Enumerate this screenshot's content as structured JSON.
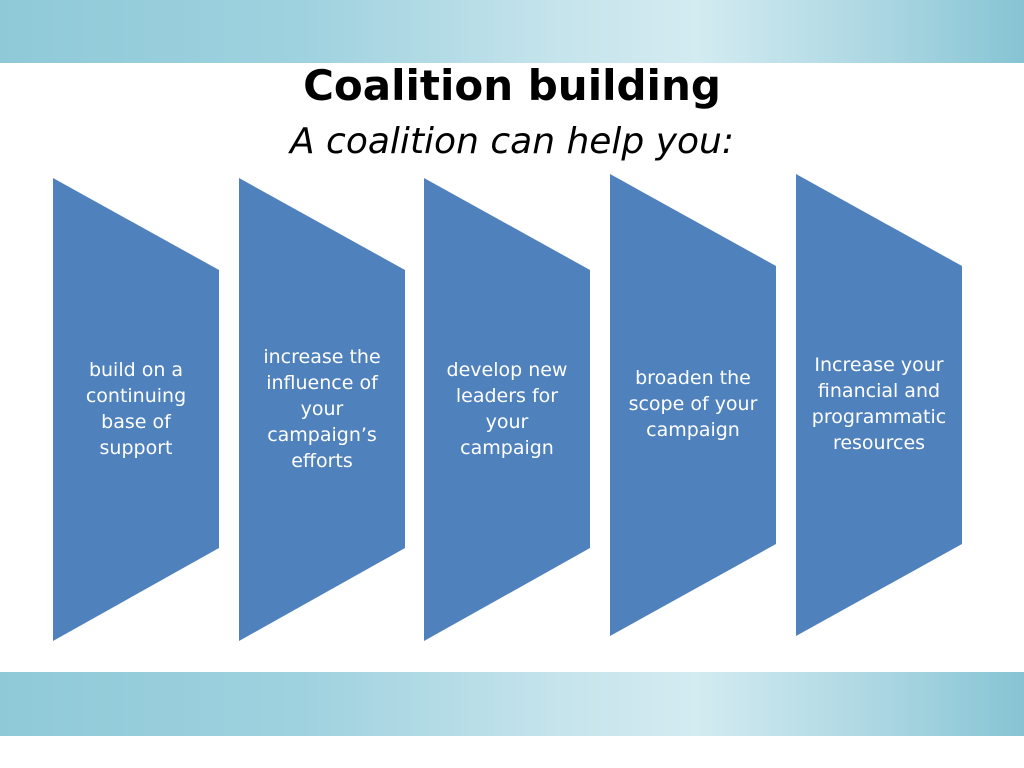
{
  "slide": {
    "title": "Coalition building",
    "subtitle": "A coalition can help you:"
  },
  "steps": [
    {
      "label": "build on a continuing base of support"
    },
    {
      "label": "increase the influence of your campaign’s efforts"
    },
    {
      "label": "develop new leaders for your campaign"
    },
    {
      "label": "broaden the scope of your campaign"
    },
    {
      "label": "Increase your financial and programmatic resources"
    }
  ],
  "colors": {
    "chevron_fill": "#4f81bd",
    "chevron_text": "#ffffff",
    "band": "#9fd2df"
  }
}
